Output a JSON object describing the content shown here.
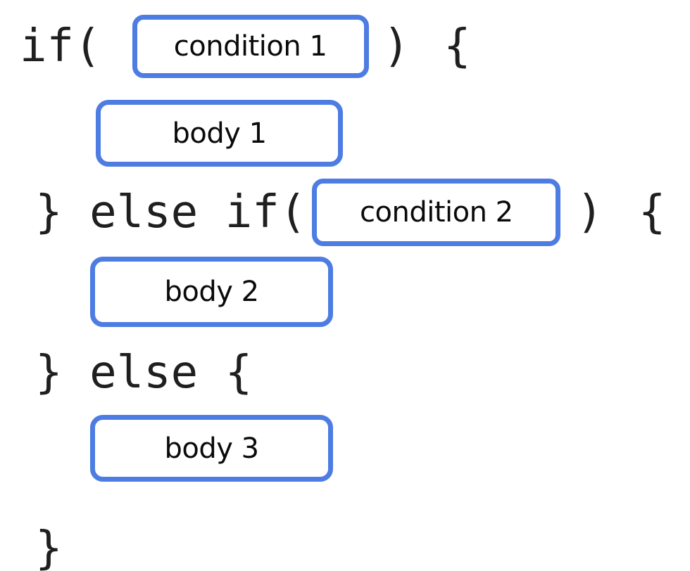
{
  "colors": {
    "background": "#ffffff",
    "box_border": "#4D7CE3",
    "box_fill": "#ffffff",
    "code_text": "#1f1f1f",
    "label_text": "#0a0a0a"
  },
  "code_lines": {
    "if_open": "if(",
    "close_paren": ")",
    "open_brace": "{",
    "else_if_open": "} else if(",
    "else_open": "} else {",
    "final_close_brace": "}"
  },
  "placeholders": {
    "condition1": "condition 1",
    "body1": "body 1",
    "condition2": "condition 2",
    "body2": "body 2",
    "body3": "body 3"
  }
}
